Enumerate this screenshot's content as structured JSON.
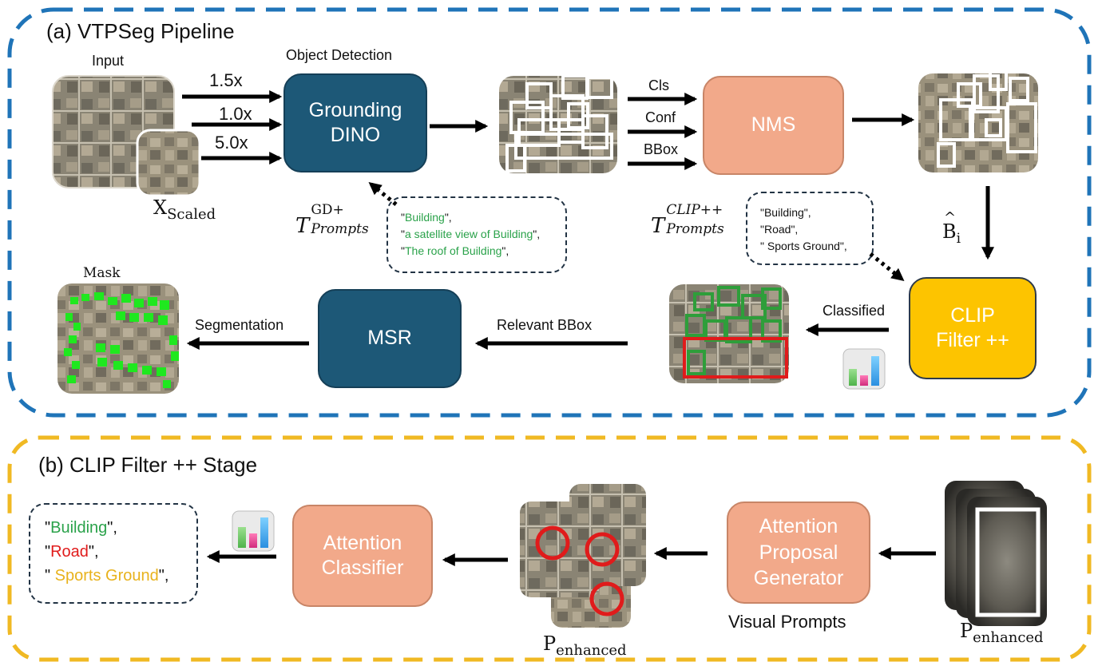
{
  "section_a": {
    "title": "(a) VTPSeg Pipeline",
    "input_label": "Input",
    "object_detection_label": "Object Detection",
    "scales": [
      "1.5x",
      "1.0x",
      "5.0x"
    ],
    "x_scaled_main": "X",
    "x_scaled_sub": "Scaled",
    "grounding_dino_line1": "Grounding",
    "grounding_dino_line2": "DINO",
    "cls_label": "Cls",
    "conf_label": "Conf",
    "bbox_label": "BBox",
    "nms_label": "NMS",
    "t_gd_main": "T",
    "t_gd_sup": "GD+",
    "t_gd_sub": "Prompts",
    "gd_prompts": [
      "\"Building\",",
      "\"a satellite view of Building\",",
      "\"The roof of Building\","
    ],
    "gd_prompts_quoted": [
      "Building",
      "a satellite view of Building",
      "The roof of Building"
    ],
    "t_clip_main": "T",
    "t_clip_sup": "CLIP++",
    "t_clip_sub": "Prompts",
    "clip_prompts": [
      "\"Building\",",
      "\"Road\",",
      "\" Sports Ground\","
    ],
    "b_hat_main": "B",
    "b_hat_sub": "i",
    "clip_filter_line1": "CLIP",
    "clip_filter_line2": "Filter ++",
    "classified_label": "Classified",
    "relevant_bbox_label": "Relevant BBox",
    "msr_label": "MSR",
    "segmentation_label": "Segmentation",
    "mask_label": "Mask"
  },
  "section_b": {
    "title": "(b) CLIP Filter ++ Stage",
    "output_prompts": [
      {
        "pre": "\"",
        "word": "Building",
        "post": "\",",
        "color": "#2aa24a"
      },
      {
        "pre": "\"",
        "word": "Road",
        "post": "\",",
        "color": "#e01b1b"
      },
      {
        "pre": "\" ",
        "word": "Sports Ground",
        "post": "\",",
        "color": "#e8b21c"
      }
    ],
    "attention_classifier_line1": "Attention",
    "attention_classifier_line2": "Classifier",
    "proposal_line1": "Attention",
    "proposal_line2": "Proposal",
    "proposal_line3": "Generator",
    "visual_prompts_label": "Visual Prompts",
    "p_enhanced_main": "P",
    "p_enhanced_sub": "enhanced"
  },
  "colors": {
    "section_a_border": "#1f74b8",
    "section_b_border": "#f0b923",
    "blue_box": "#1d5877",
    "salmon_box": "#f2a98a",
    "gold_box": "#fdc400",
    "bbox_green": "#2e9e3a",
    "bbox_red": "#e01b1b",
    "mask_green": "#1fe81f"
  }
}
